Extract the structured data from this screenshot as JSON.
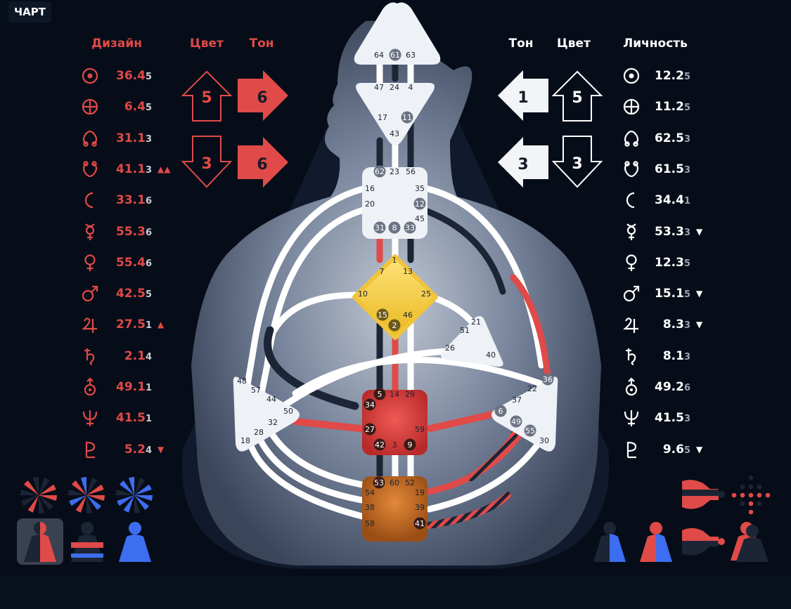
{
  "tab_label": "ЧАРТ",
  "headers": {
    "design": "Дизайн",
    "color": "Цвет",
    "tone": "Тон",
    "personality": "Личность"
  },
  "colors": {
    "design": "#e04a48",
    "personality": "#ffffff",
    "undefined_channel": "#1c2535",
    "body_fill": "#5a6680",
    "background": "#070d18"
  },
  "design_arrows": {
    "top": {
      "color": "5",
      "tone": "6",
      "direction": "up"
    },
    "bottom": {
      "color": "3",
      "tone": "6",
      "direction": "down"
    }
  },
  "personality_arrows": {
    "top": {
      "tone": "1",
      "color": "5",
      "direction": "up"
    },
    "bottom": {
      "tone": "3",
      "color": "3",
      "direction": "down"
    }
  },
  "design_planets": [
    {
      "icon": "sun-icon",
      "value": "36.4",
      "sub": "5",
      "mark": ""
    },
    {
      "icon": "earth-icon",
      "value": "6.4",
      "sub": "5",
      "mark": ""
    },
    {
      "icon": "north-node-icon",
      "value": "31.1",
      "sub": "3",
      "mark": ""
    },
    {
      "icon": "south-node-icon",
      "value": "41.1",
      "sub": "3",
      "mark": "▲▲"
    },
    {
      "icon": "moon-icon",
      "value": "33.1",
      "sub": "6",
      "mark": ""
    },
    {
      "icon": "mercury-icon",
      "value": "55.3",
      "sub": "6",
      "mark": ""
    },
    {
      "icon": "venus-icon",
      "value": "55.4",
      "sub": "6",
      "mark": ""
    },
    {
      "icon": "mars-icon",
      "value": "42.5",
      "sub": "5",
      "mark": ""
    },
    {
      "icon": "jupiter-icon",
      "value": "27.5",
      "sub": "1",
      "mark": "▲"
    },
    {
      "icon": "saturn-icon",
      "value": "2.1",
      "sub": "4",
      "mark": ""
    },
    {
      "icon": "uranus-icon",
      "value": "49.1",
      "sub": "1",
      "mark": ""
    },
    {
      "icon": "neptune-icon",
      "value": "41.5",
      "sub": "1",
      "mark": ""
    },
    {
      "icon": "pluto-icon",
      "value": "5.2",
      "sub": "4",
      "mark": "▼"
    }
  ],
  "personality_planets": [
    {
      "icon": "sun-icon",
      "value": "12.2",
      "sub": "5",
      "mark": ""
    },
    {
      "icon": "earth-icon",
      "value": "11.2",
      "sub": "5",
      "mark": ""
    },
    {
      "icon": "north-node-icon",
      "value": "62.5",
      "sub": "3",
      "mark": ""
    },
    {
      "icon": "south-node-icon",
      "value": "61.5",
      "sub": "3",
      "mark": ""
    },
    {
      "icon": "moon-icon",
      "value": "34.4",
      "sub": "1",
      "mark": ""
    },
    {
      "icon": "mercury-icon",
      "value": "53.3",
      "sub": "3",
      "mark": "▼"
    },
    {
      "icon": "venus-icon",
      "value": "12.3",
      "sub": "5",
      "mark": ""
    },
    {
      "icon": "mars-icon",
      "value": "15.1",
      "sub": "5",
      "mark": "▼"
    },
    {
      "icon": "jupiter-icon",
      "value": "8.3",
      "sub": "3",
      "mark": "▼"
    },
    {
      "icon": "saturn-icon",
      "value": "8.1",
      "sub": "3",
      "mark": ""
    },
    {
      "icon": "uranus-icon",
      "value": "49.2",
      "sub": "6",
      "mark": ""
    },
    {
      "icon": "neptune-icon",
      "value": "41.5",
      "sub": "3",
      "mark": ""
    },
    {
      "icon": "pluto-icon",
      "value": "9.6",
      "sub": "5",
      "mark": "▼"
    }
  ],
  "centers": {
    "head": {
      "gates": [
        "64",
        "61",
        "63"
      ],
      "defined": false
    },
    "ajna": {
      "gates": [
        "47",
        "24",
        "4",
        "17",
        "11",
        "43"
      ],
      "defined": false
    },
    "throat": {
      "gates": [
        "62",
        "23",
        "56",
        "16",
        "35",
        "20",
        "12",
        "45",
        "31",
        "8",
        "33"
      ],
      "defined": false
    },
    "g": {
      "gates": [
        "1",
        "7",
        "13",
        "10",
        "25",
        "15",
        "46",
        "2"
      ],
      "defined": true
    },
    "ego": {
      "gates": [
        "21",
        "51",
        "26",
        "40"
      ],
      "defined": false
    },
    "sacral": {
      "gates": [
        "5",
        "14",
        "29",
        "34",
        "27",
        "59",
        "42",
        "3",
        "9"
      ],
      "defined": true
    },
    "spleen": {
      "gates": [
        "48",
        "57",
        "44",
        "50",
        "32",
        "28",
        "18"
      ],
      "defined": false
    },
    "solar_plexus": {
      "gates": [
        "36",
        "22",
        "37",
        "6",
        "49",
        "55",
        "30"
      ],
      "defined": false
    },
    "root": {
      "gates": [
        "53",
        "60",
        "52",
        "54",
        "19",
        "38",
        "39",
        "58",
        "41"
      ],
      "defined": true
    }
  },
  "activated_gates": [
    "61",
    "11",
    "62",
    "12",
    "31",
    "8",
    "33",
    "15",
    "2",
    "5",
    "34",
    "27",
    "42",
    "9",
    "36",
    "6",
    "49",
    "55",
    "53",
    "41"
  ],
  "buttons_left": [
    "design-wheel-button",
    "mixed-wheel-button",
    "personality-wheel-button",
    "design-body-button",
    "mixed-body-button",
    "personality-body-button"
  ],
  "buttons_right": [
    "variable-body-button",
    "dots-grid-button",
    "personality-figure-button",
    "split-figure-button",
    "variable-figure-button",
    "overlay-figure-button"
  ]
}
